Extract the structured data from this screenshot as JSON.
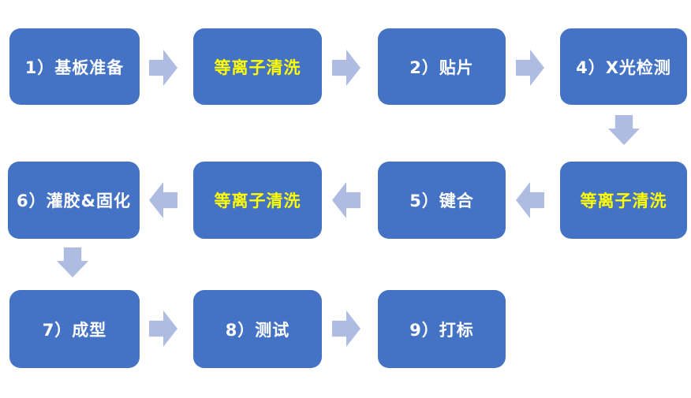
{
  "diagram": {
    "type": "flowchart",
    "background": "#ffffff",
    "colors": {
      "node_fill": "#4472c4",
      "node_text": "#ffffff",
      "highlight_text": "#ffff00",
      "arrow_fill": "#aebce2"
    },
    "nodes": [
      {
        "label": "1）基板准备",
        "highlighted": false
      },
      {
        "label": "等离子清洗",
        "highlighted": true
      },
      {
        "label": "2）贴片",
        "highlighted": false
      },
      {
        "label": "4）X光检测",
        "highlighted": false
      },
      {
        "label": "等离子清洗",
        "highlighted": true
      },
      {
        "label": "5）键合",
        "highlighted": false
      },
      {
        "label": "等离子清洗",
        "highlighted": true
      },
      {
        "label": "6）灌胶&固化",
        "highlighted": false
      },
      {
        "label": "7）成型",
        "highlighted": false
      },
      {
        "label": "8）测试",
        "highlighted": false
      },
      {
        "label": "9）打标",
        "highlighted": false
      }
    ],
    "flow": [
      "1）基板准备 → 等离子清洗",
      "等离子清洗 → 2）贴片",
      "2）贴片 → 4）X光检测",
      "4）X光检测 ↓ 等离子清洗",
      "等离子清洗 → 5）键合",
      "5）键合 → 等离子清洗",
      "等离子清洗 → 6）灌胶&固化",
      "6）灌胶&固化 ↓ 7）成型",
      "7）成型 → 8）测试",
      "8）测试 → 9）打标"
    ]
  }
}
